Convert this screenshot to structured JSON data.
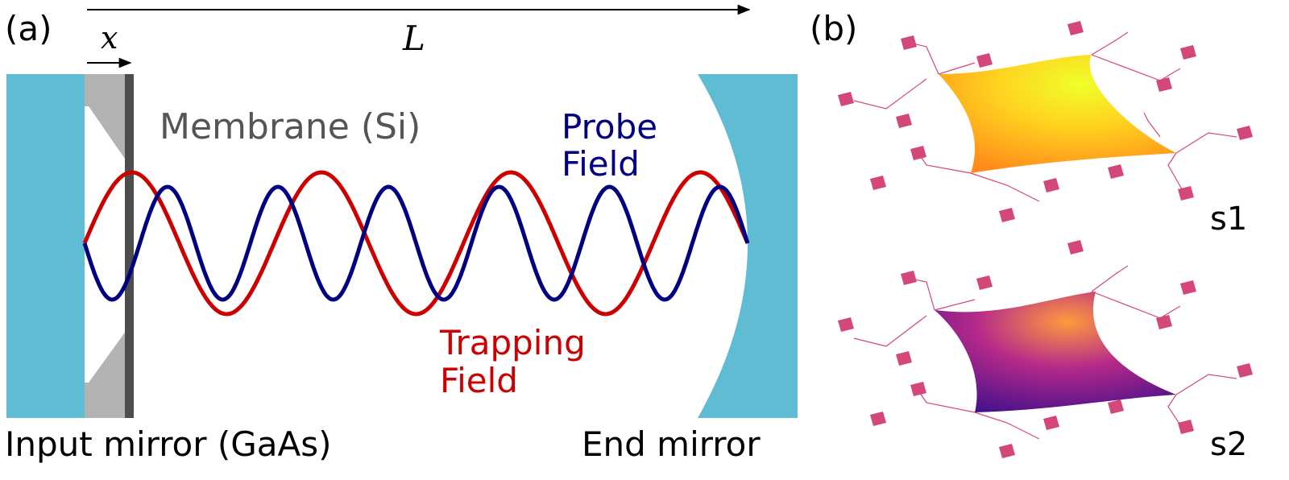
{
  "panel_a": {
    "label": "(a)",
    "length_symbol": "L",
    "position_symbol": "x",
    "membrane_label": "Membrane (Si)",
    "probe_label_line1": "Probe",
    "probe_label_line2": "Field",
    "trapping_label_line1": "Trapping",
    "trapping_label_line2": "Field",
    "input_mirror_label": "Input mirror (GaAs)",
    "end_mirror_label": "End mirror"
  },
  "panel_b": {
    "label": "(b)",
    "top_structure_label": "s1",
    "bottom_structure_label": "s2"
  },
  "colors": {
    "mirror": "#5fbcd3",
    "membrane_support": "#b3b3b3",
    "membrane": "#4d4d4d",
    "probe_field": "#000080",
    "trapping_field": "#cc0000",
    "membrane_text": "#555555",
    "pads": "#d4477a",
    "s1_gradient": [
      "#ff8c1a",
      "#ffd21f",
      "#f0ff2a"
    ],
    "s2_gradient": [
      "#3d0f8a",
      "#b5298a",
      "#ff9a3d"
    ]
  },
  "icons": [
    "arrow-right-icon"
  ]
}
